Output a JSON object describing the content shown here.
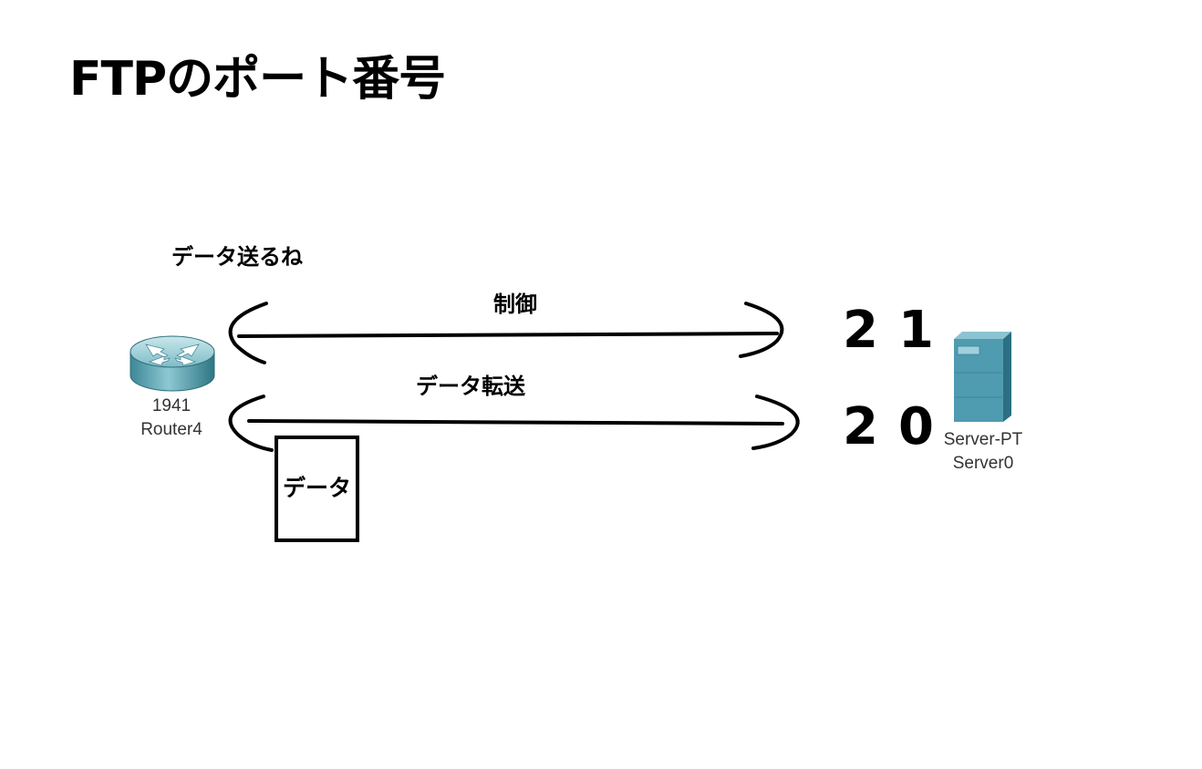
{
  "title": "FTPのポート番号",
  "client": {
    "speech": "データ送るね",
    "model": "1941",
    "name": "Router4"
  },
  "server": {
    "model": "Server-PT",
    "name": "Server0"
  },
  "connections": {
    "control": {
      "label": "制御",
      "port": "21"
    },
    "data": {
      "label": "データ転送",
      "port": "20"
    }
  },
  "payload": {
    "label": "データ"
  },
  "colors": {
    "router": "#5aa3b0",
    "server": "#4f9bb0",
    "line": "#000000"
  },
  "icons": {
    "router": "router-icon",
    "server": "server-icon"
  }
}
